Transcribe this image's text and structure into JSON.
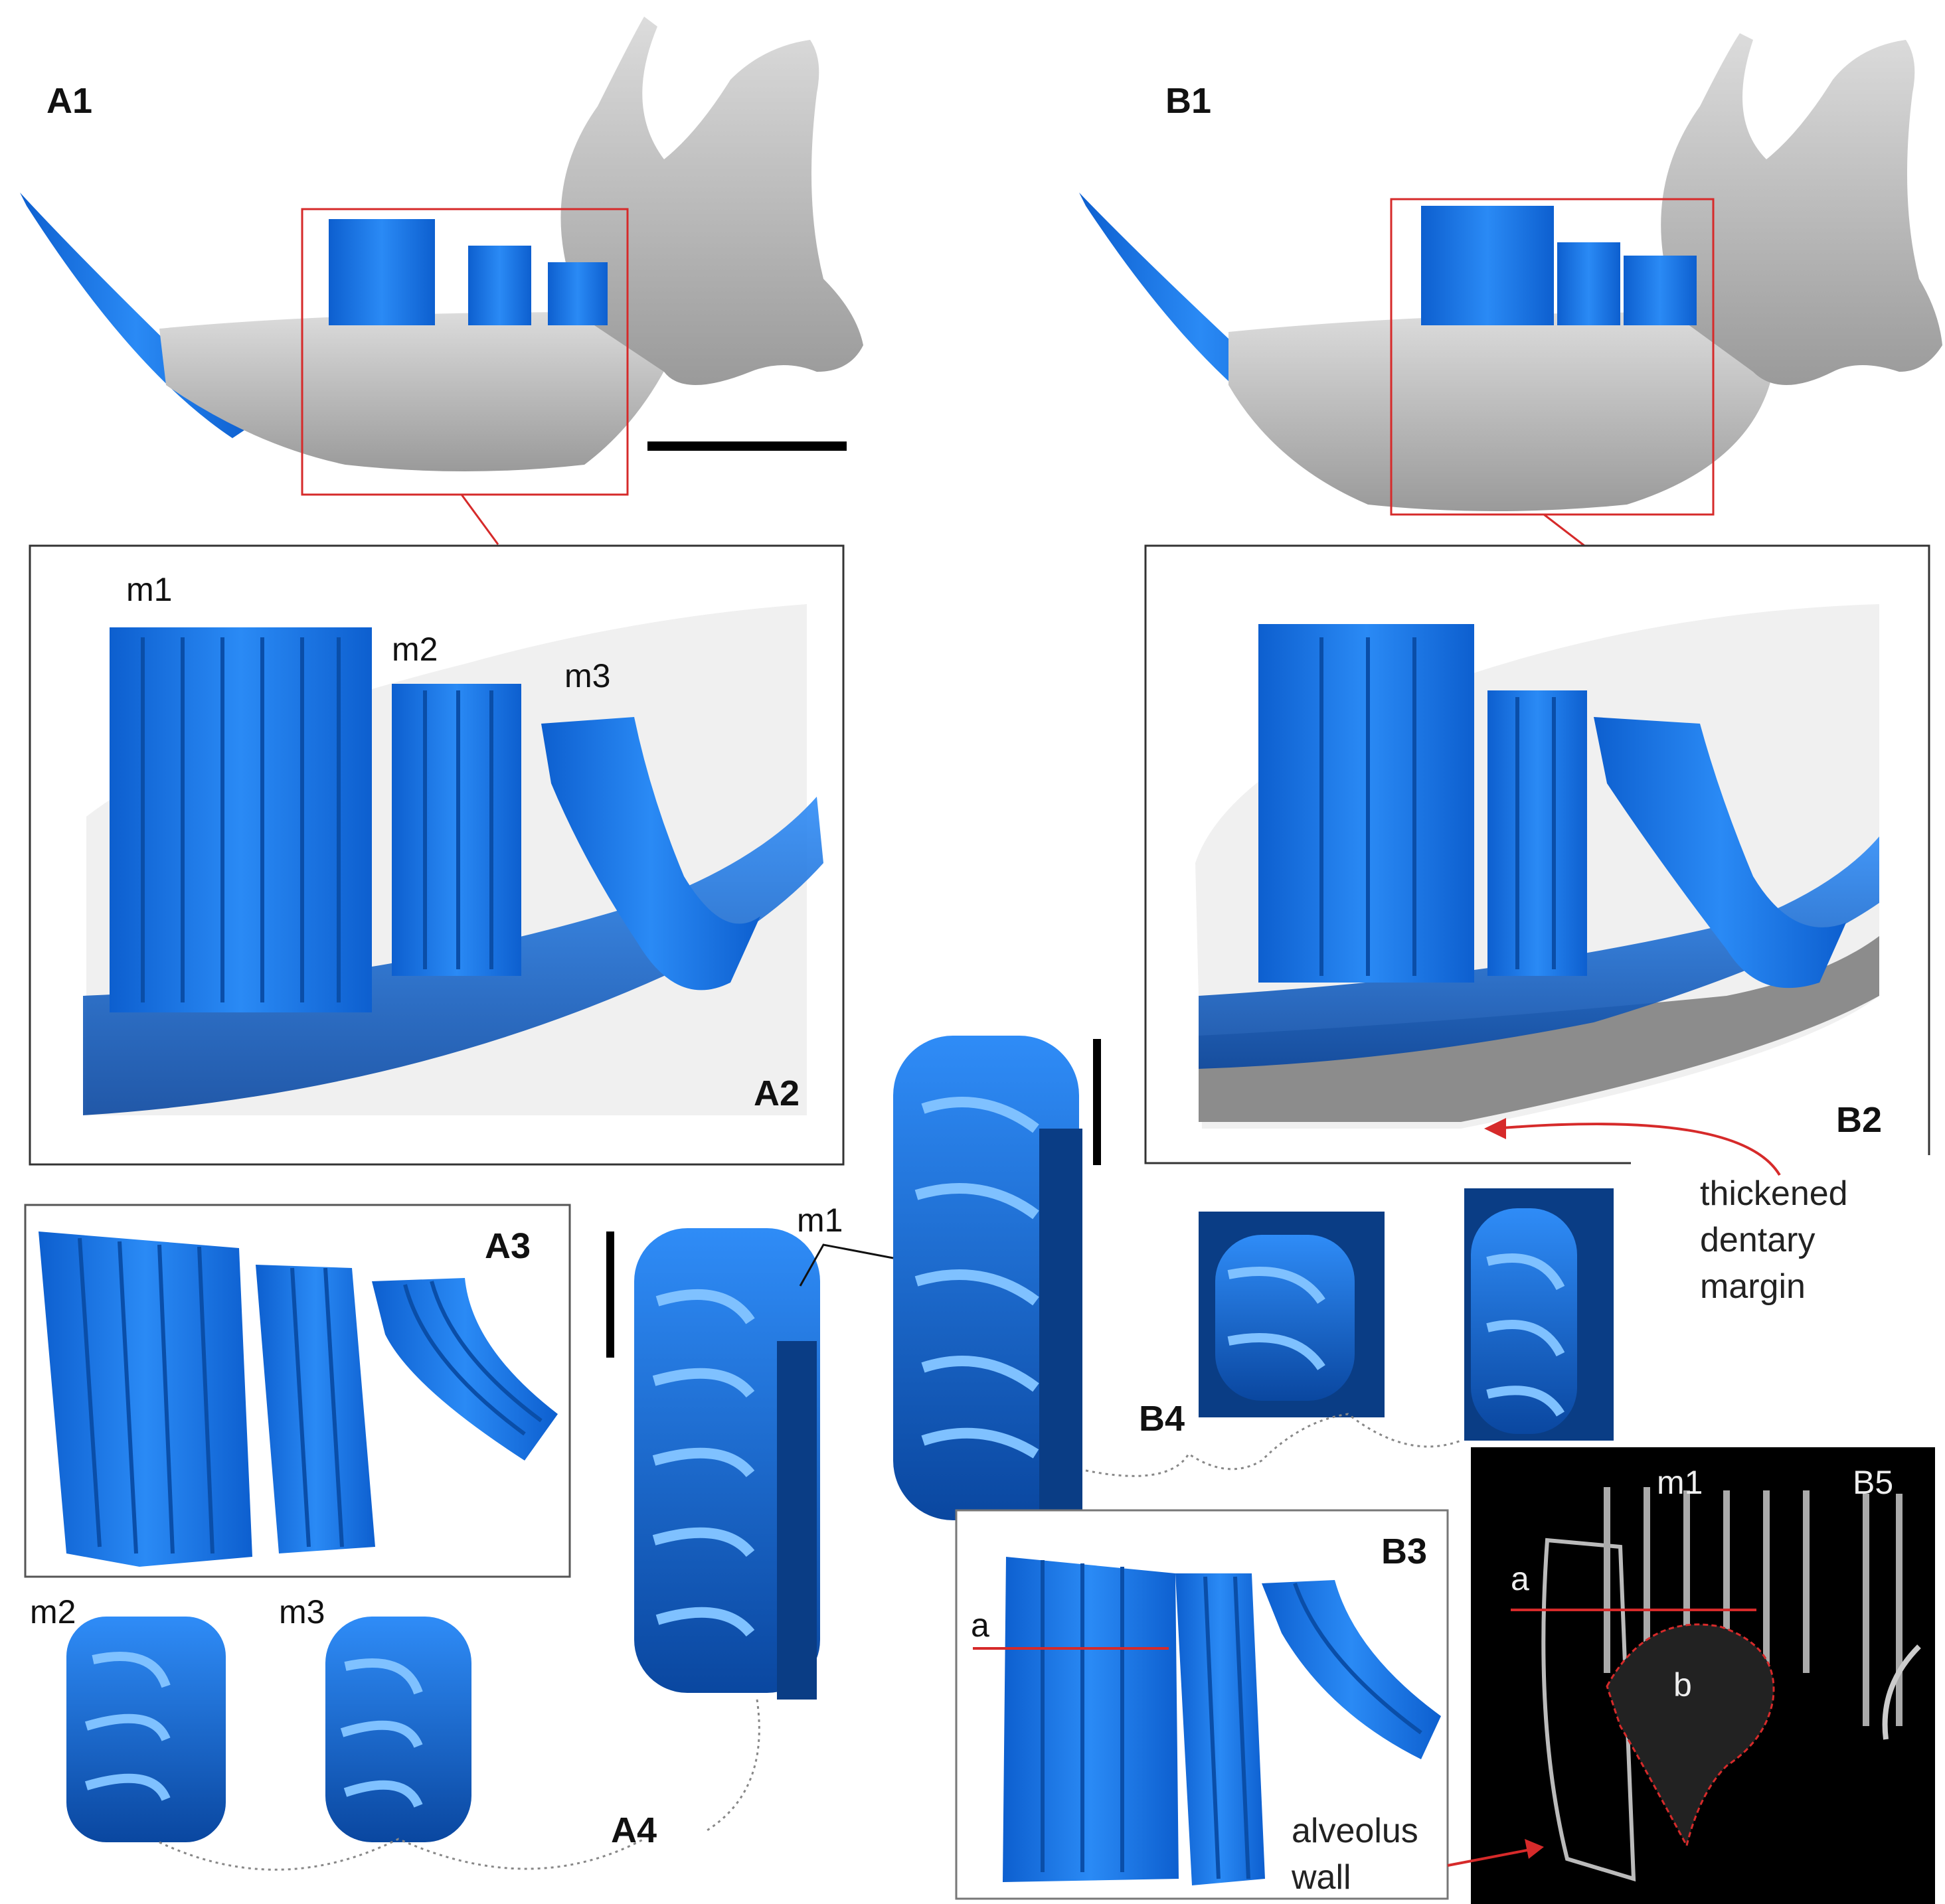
{
  "panels": {
    "A1": "A1",
    "B1": "B1",
    "A2": "A2",
    "B2": "B2",
    "A3": "A3",
    "A4": "A4",
    "B3": "B3",
    "B4": "B4",
    "B5": "B5"
  },
  "teeth": {
    "m1": "m1",
    "m2": "m2",
    "m3": "m3"
  },
  "annotations": {
    "thickened": [
      "thickened",
      "dentary",
      "margin"
    ],
    "alveolus": [
      "alveolus",
      "wall"
    ],
    "a": "a",
    "b": "b"
  },
  "colors": {
    "tooth_blue": "#1a73e0",
    "tooth_dark": "#0a4ea8",
    "bone_gray": "#b9b9b9",
    "bone_light": "#e4e4e4",
    "highlight_red": "#d62a2a",
    "ct_black": "#000000"
  }
}
